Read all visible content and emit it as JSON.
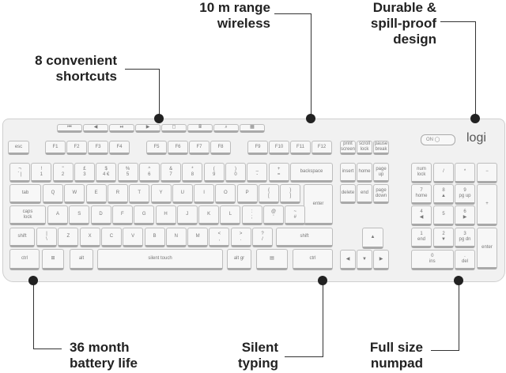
{
  "callouts": {
    "range": "10 m range\nwireless",
    "durable": "Durable &\nspill-proof\ndesign",
    "shortcuts": "8 convenient\nshortcuts",
    "battery": "36 month\nbattery life",
    "silent": "Silent\ntyping",
    "numpad": "Full size\nnumpad"
  },
  "brand": {
    "logo": "logi",
    "switch": "ON ◯"
  },
  "keyboard": {
    "media": [
      "⏮",
      "◀",
      "⏯",
      "▶",
      "◻",
      "🖩",
      "⌕",
      "▦"
    ],
    "frow": [
      "esc",
      "F1",
      "F2",
      "F3",
      "F4",
      "F5",
      "F6",
      "F7",
      "F8",
      "F9",
      "F10",
      "F11",
      "F12",
      "print\nscreen",
      "scroll\nlock",
      "pause\nbreak"
    ],
    "numrow": [
      "¬\n` |",
      "!\n1",
      "\"\n2",
      "£\n3",
      "$\n4 €",
      "%\n5",
      "^\n6",
      "&\n7",
      "*\n8",
      "(\n9",
      ")\n0",
      "_\n-",
      "+\n=",
      "backspace"
    ],
    "qrow": [
      "tab",
      "Q",
      "W",
      "E",
      "R",
      "T",
      "Y",
      "U",
      "I",
      "O",
      "P",
      "{\n[",
      "}\n]",
      "enter"
    ],
    "arow": [
      "caps\nlock",
      "A",
      "S",
      "D",
      "F",
      "G",
      "H",
      "J",
      "K",
      "L",
      ":\n;",
      "@\n'",
      "~\n#"
    ],
    "zrow": [
      "shift",
      "|\n\\",
      "Z",
      "X",
      "C",
      "V",
      "B",
      "N",
      "M",
      "<\n,",
      ">\n.",
      "?\n/",
      "shift"
    ],
    "bottom": [
      "ctrl",
      "⊞",
      "alt",
      "silent touch",
      "alt gr",
      "▤",
      "ctrl"
    ],
    "nav": [
      "insert",
      "home",
      "page\nup",
      "delete",
      "end",
      "page\ndown"
    ],
    "arrows": [
      "▲",
      "◀",
      "▼",
      "▶"
    ],
    "numpad": [
      "num\nlock",
      "/",
      "*",
      "−",
      "7\nhome",
      "8\n▲",
      "9\npg up",
      "+",
      "4\n◀",
      "5",
      "6\n▶",
      "1\nend",
      "2\n▼",
      "3\npg dn",
      "enter",
      "0\nins",
      ".\ndel"
    ]
  }
}
